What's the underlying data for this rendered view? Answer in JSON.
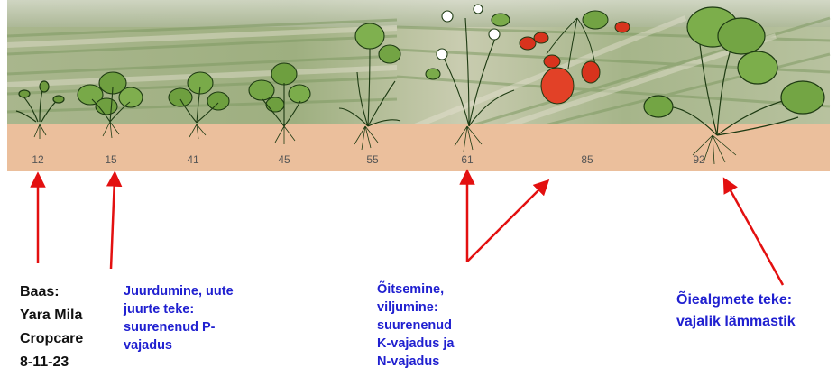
{
  "stages": [
    "12",
    "15",
    "41",
    "45",
    "55",
    "61",
    "85",
    "92"
  ],
  "labels": {
    "base": [
      "Baas:",
      "Yara Mila",
      "Cropcare",
      "8-11-23"
    ],
    "rooting": [
      "Juurdumine, uute",
      "juurte teke:",
      "suurenenud P-",
      "vajadus"
    ],
    "flowering": [
      "Õitsemine,",
      "viljumine:",
      "suurenenud",
      "K-vajadus ja",
      "N-vajadus"
    ],
    "bud": [
      "Õiealgmete teke:",
      "vajalik lämmastik"
    ]
  },
  "colors": {
    "soil": "#ebbf9c",
    "field": "#9fb17f",
    "arrow": "#e31010",
    "label_blue": "#2020d0",
    "label_black": "#111111",
    "berry": "#d8331d"
  }
}
